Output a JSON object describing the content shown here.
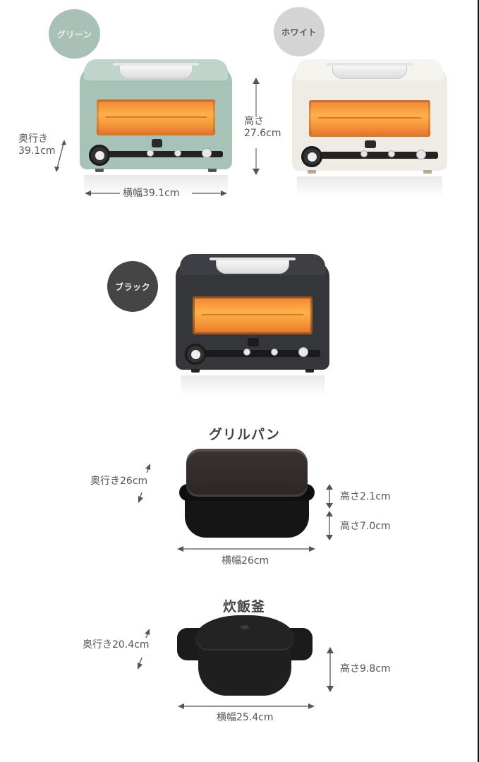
{
  "colors": {
    "green_badge": "#a8c0b5",
    "white_badge": "#d4d4d4",
    "black_badge": "#454545",
    "dim_text": "#555555",
    "heat_window": "#f59a3c"
  },
  "toasters": {
    "green": {
      "label": "グリーン",
      "depth_label": "奥行き",
      "depth_value": "39.1cm",
      "width_label": "横幅39.1cm"
    },
    "white": {
      "label": "ホワイト",
      "height_label": "高さ",
      "height_value": "27.6cm"
    },
    "black": {
      "label": "ブラック"
    }
  },
  "grill_pan": {
    "title": "グリルパン",
    "depth": "奥行き26cm",
    "lid_height": "高さ2.1cm",
    "body_height": "高さ7.0cm",
    "width": "横幅26cm"
  },
  "rice_pot": {
    "title": "炊飯釜",
    "depth": "奥行き20.4cm",
    "height": "高さ9.8cm",
    "width": "横幅25.4cm"
  }
}
